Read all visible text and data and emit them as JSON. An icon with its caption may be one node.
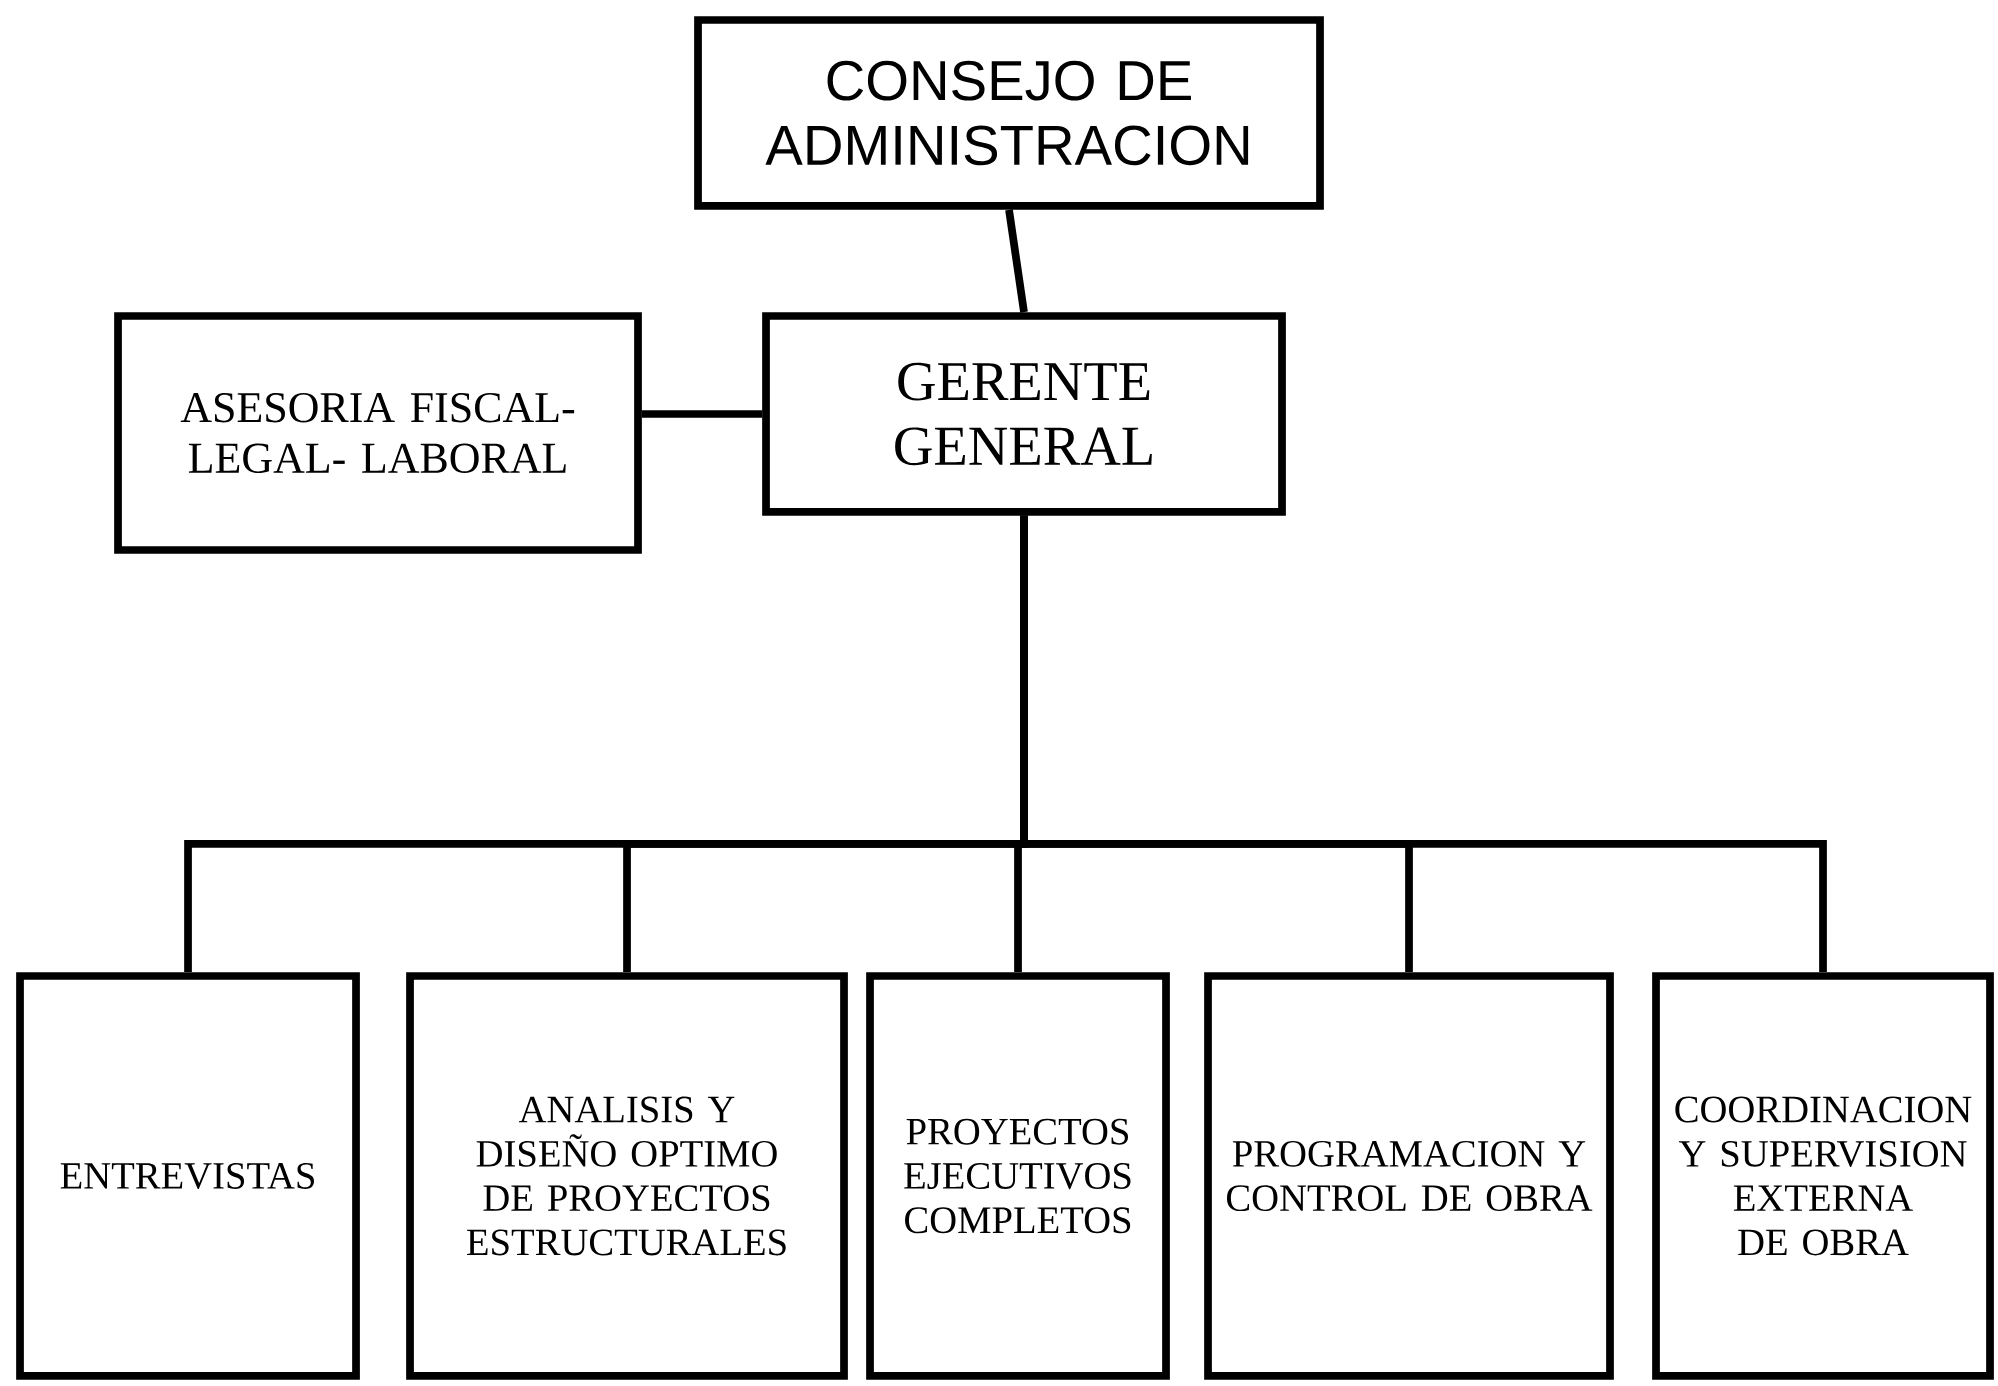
{
  "diagram": {
    "nodes": [
      {
        "text": [
          "CONSEJO DE ADMINISTRACION"
        ]
      },
      {
        "text": [
          "ASESORIA FISCAL-LEGAL- LABORAL"
        ]
      },
      {
        "text": [
          "GERENTE GENERAL"
        ]
      },
      {
        "text": [
          "ENTREVISTAS"
        ]
      },
      {
        "text": [
          "ANALISIS Y DISEÑO OPTIMO DE PROYECTOS ESTRUCTURALES"
        ]
      },
      {
        "text": [
          "PROYECTOS EJECUTIVOS COMPLETOS"
        ]
      },
      {
        "text": [
          "PROGRAMACION Y CONTROL DE OBRA"
        ]
      },
      {
        "text": [
          "COORDINACION Y SUPERVISION EXTERNA DE OBRA"
        ]
      }
    ],
    "edges": [
      {
        "from": 0,
        "to": 2,
        "arrow": "none"
      },
      {
        "from": 2,
        "to": 1,
        "arrow": "none"
      },
      {
        "from": 2,
        "to": 3,
        "arrow": "none"
      },
      {
        "from": 2,
        "to": 4,
        "arrow": "none"
      },
      {
        "from": 2,
        "to": 5,
        "arrow": "none"
      },
      {
        "from": 2,
        "to": 6,
        "arrow": "none"
      },
      {
        "from": 2,
        "to": 7,
        "arrow": "none"
      }
    ]
  }
}
